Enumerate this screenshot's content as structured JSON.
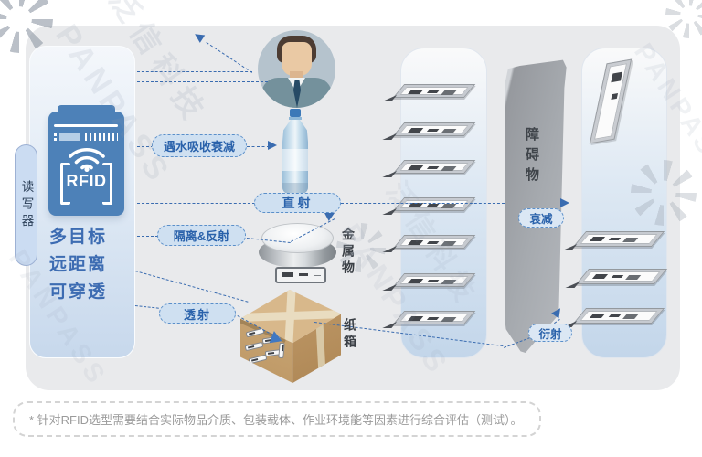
{
  "reader": {
    "side_label": "读写器",
    "device_label": "RFID",
    "features": [
      "多目标",
      "远距离",
      "可穿透"
    ]
  },
  "rays": {
    "water": "遇水吸收衰减",
    "direct": "直射",
    "reflect": "隔离&反射",
    "through": "透射",
    "attenuate": "衰减",
    "diffract": "衍射"
  },
  "objects": {
    "metal": "金属物",
    "carton": "纸箱",
    "barrier": "障碍物"
  },
  "footnote": "* 针对RFID选型需要结合实际物品介质、包装载体、作业环境能等因素进行综合评估（测试）。",
  "watermark": {
    "cn": "泛信科技",
    "en": "PANPASS"
  },
  "colors": {
    "accent": "#3a6cb0",
    "pillFill": "#cfe0f1",
    "pillBorder": "#5b8fc9",
    "pillText": "#2a62ab",
    "deviceBlue": "#4d81b8",
    "panelGray": "#e9eaec",
    "wallGray": "#a6aaaf",
    "boxTan": "#c8a371",
    "featureText": "#3d6cb2",
    "noteText": "#9b9b9b"
  }
}
